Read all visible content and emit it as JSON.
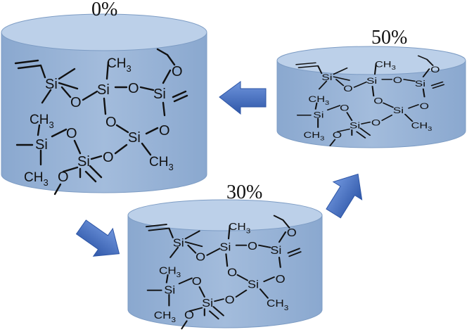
{
  "colors": {
    "cylinder_body": "#9bb5d6",
    "cylinder_top": "#bcd0e9",
    "cylinder_edge": "#7d9cc4",
    "arrow_fill": "#4f77c7",
    "arrow_dark": "#2e56a6",
    "ink": "#111111"
  },
  "icons": {
    "arrow": "block-arrow-icon"
  },
  "cylinders": [
    {
      "label": "0%"
    },
    {
      "label": "30%"
    },
    {
      "label": "50%"
    }
  ],
  "molecule": {
    "si": "Si",
    "o": "O",
    "ch3": "CH",
    "three": "3"
  }
}
